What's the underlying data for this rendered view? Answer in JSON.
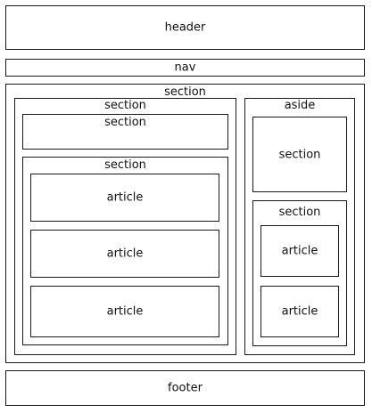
{
  "header": {
    "label": "header"
  },
  "nav": {
    "label": "nav"
  },
  "main_section": {
    "label": "section",
    "left_section": {
      "label": "section",
      "top_section": {
        "label": "section"
      },
      "articles_section": {
        "label": "section",
        "articles": [
          "article",
          "article",
          "article"
        ]
      }
    },
    "aside": {
      "label": "aside",
      "inner_section": {
        "label": "section"
      },
      "articles_section": {
        "label": "section",
        "articles": [
          "article",
          "article"
        ]
      }
    }
  },
  "footer": {
    "label": "footer"
  }
}
